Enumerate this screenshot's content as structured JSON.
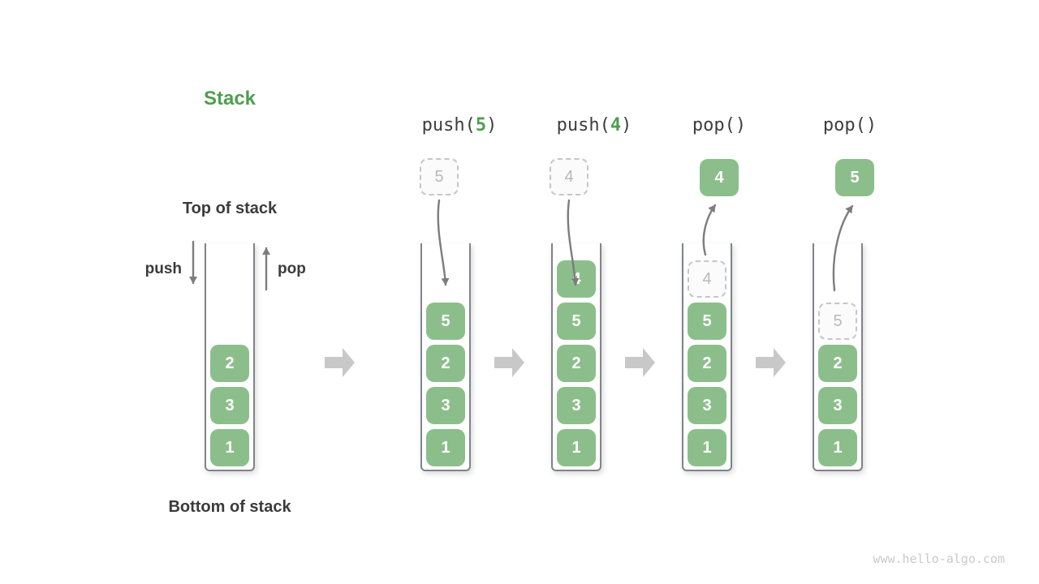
{
  "title": "Stack",
  "annotations": {
    "top_of_stack": "Top of stack",
    "bottom_of_stack": "Bottom of stack",
    "push": "push",
    "pop": "pop"
  },
  "operations": [
    {
      "pre": "push(",
      "arg": "5",
      "post": ")"
    },
    {
      "pre": "push(",
      "arg": "4",
      "post": ")"
    },
    {
      "pre": "pop()",
      "arg": "",
      "post": ""
    },
    {
      "pre": "pop()",
      "arg": "",
      "post": ""
    }
  ],
  "stacks": [
    {
      "items": [
        "2",
        "3",
        "1"
      ]
    },
    {
      "incoming": "5",
      "items": [
        "5",
        "2",
        "3",
        "1"
      ]
    },
    {
      "incoming": "4",
      "items": [
        "4",
        "5",
        "2",
        "3",
        "1"
      ]
    },
    {
      "outgoing": "4",
      "ghost": "4",
      "items": [
        "5",
        "2",
        "3",
        "1"
      ]
    },
    {
      "outgoing": "5",
      "ghost": "5",
      "items": [
        "2",
        "3",
        "1"
      ]
    }
  ],
  "watermark": "www.hello-algo.com",
  "colors": {
    "title_green": "#4e9e50",
    "box_green": "#8cbe8c",
    "ghost_border": "#c6c6c6",
    "ghost_text": "#b9b9b9",
    "thin_arrow": "#7d7d7d",
    "block_arrow": "#c8c8c8",
    "text_dark": "#3b3b3b",
    "watermark_gray": "#cacaca"
  }
}
